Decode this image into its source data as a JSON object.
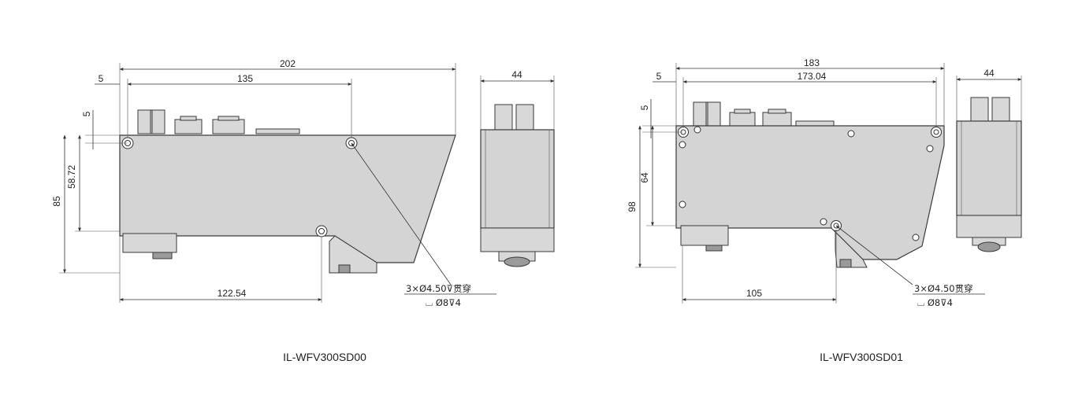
{
  "left": {
    "model": "IL-WFV300SD00",
    "dims": {
      "overall_length": "202",
      "hole_spacing": "135",
      "hole_offset_x": "5",
      "hole_offset_y": "5",
      "hole_height": "58.72",
      "overall_height": "85",
      "bottom_length": "122.54",
      "side_width": "44"
    },
    "note_line1": "3×Ø4.50⊽贯穿",
    "note_line2": "⌴ Ø8⊽4"
  },
  "right": {
    "model": "IL-WFV300SD01",
    "dims": {
      "overall_length": "183",
      "hole_spacing": "173.04",
      "hole_offset_x": "5",
      "hole_offset_y": "5",
      "hole_height": "64",
      "overall_height": "98",
      "bottom_length": "105",
      "side_width": "44"
    },
    "note_line1": "3×Ø4.50贯穿",
    "note_line2": "⌴ Ø8⊽4"
  }
}
